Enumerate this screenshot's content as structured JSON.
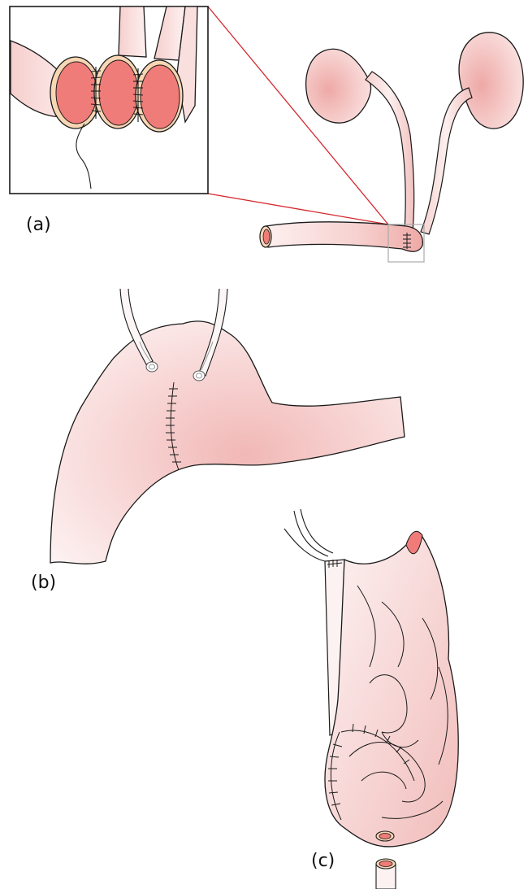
{
  "panels": [
    {
      "id": "a",
      "label": "(a)"
    },
    {
      "id": "b",
      "label": "(b)"
    },
    {
      "id": "c",
      "label": "(c)"
    }
  ],
  "colors": {
    "tissue_light": "#fdf0f0",
    "tissue_mid": "#f4c4c2",
    "tissue_dark": "#eb9f9c",
    "lumen": "#f07c7a",
    "ureter_wall": "#f7d6b4",
    "outline": "#1a1a1a",
    "callout_line": "#d6262b",
    "callout_box": "#aaaaaa"
  }
}
